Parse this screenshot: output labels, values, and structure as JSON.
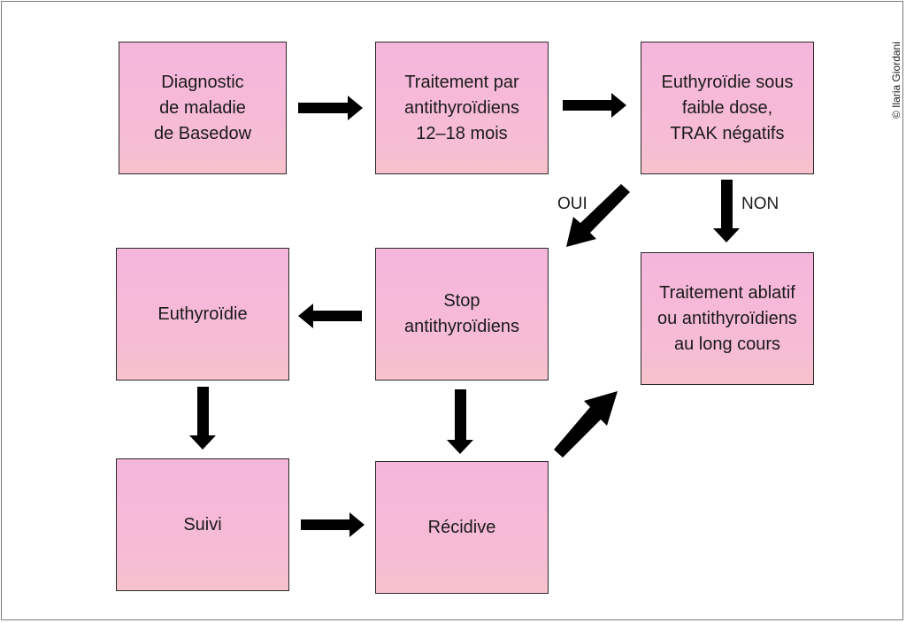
{
  "boxes": {
    "diagnostic": "Diagnostic\nde maladie\nde Basedow",
    "traitement_ath": "Traitement par\nantithyroïdiens\n12–18 mois",
    "euthyroidie_faible_dose": "Euthyroïdie sous\nfaible dose,\nTRAK négatifs",
    "euthyroidie": "Euthyroïdie",
    "stop_ath": "Stop\nantithyroïdiens",
    "traitement_ablatif": "Traitement ablatif\nou antithyroïdiens\nau long cours",
    "suivi": "Suivi",
    "recidive": "Récidive"
  },
  "labels": {
    "oui": "OUI",
    "non": "NON"
  },
  "credit": "© Ilaria Giordani",
  "colors": {
    "box_fill_top": "#f5b6dc",
    "box_fill_bottom": "#f7c2cc",
    "arrow": "#000000"
  }
}
